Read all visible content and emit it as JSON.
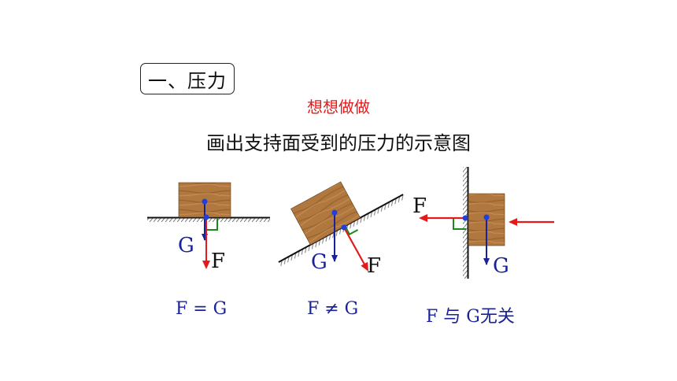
{
  "section_title": "一、压力",
  "subtitle": "想想做做",
  "task": "画出支持面受到的压力的示意图",
  "labels": {
    "gravity": "G",
    "force": "F"
  },
  "captions": [
    "F = G",
    "F ≠ G",
    "F 与 G无关"
  ],
  "colors": {
    "gravity_arrow": "#1a2299",
    "force_arrow": "#e41a1a",
    "right_angle": "#1a8a1a",
    "wood": "#b0773e",
    "centroid_dot": "#1f3fe0"
  }
}
